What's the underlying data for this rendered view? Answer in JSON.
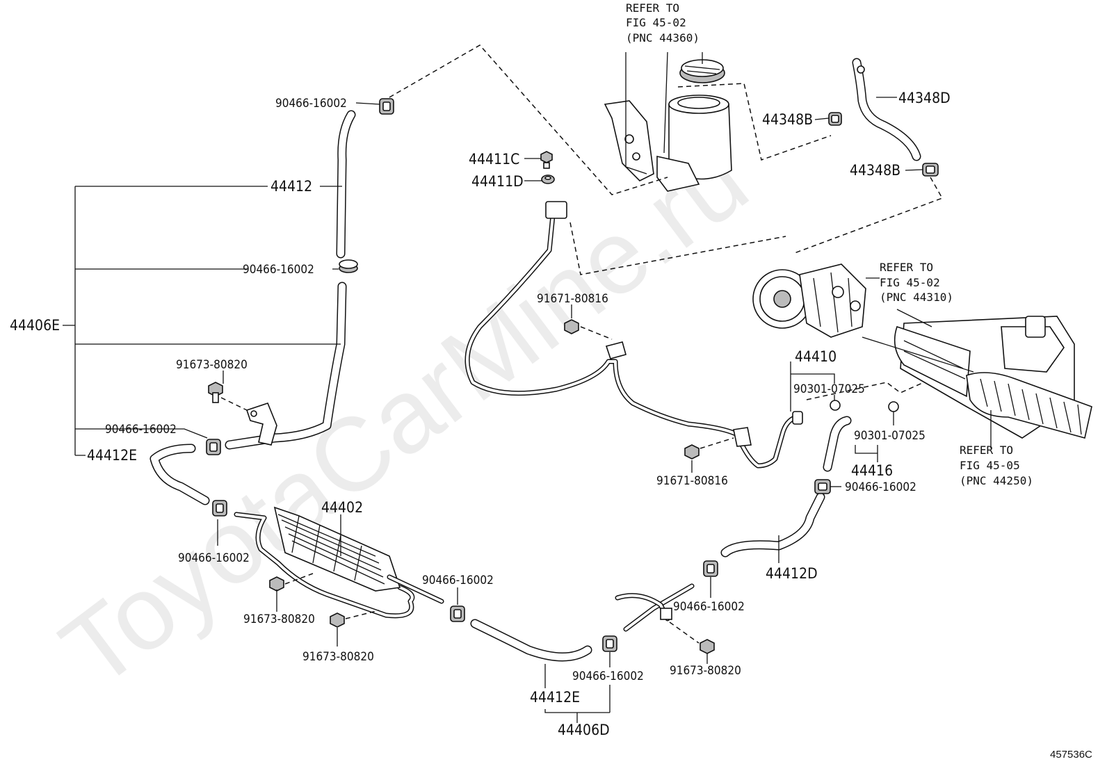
{
  "watermark": "ToyotaCarMine.ru",
  "figure_id": "457536C",
  "labels": {
    "p90466_16002_top": "90466-16002",
    "p44412": "44412",
    "p90466_16002_mid": "90466-16002",
    "p44406E": "44406E",
    "p91673_80820_a": "91673-80820",
    "p90466_16002_left": "90466-16002",
    "p44412E_left": "44412E",
    "p90466_16002_cooler": "90466-16002",
    "p44402": "44402",
    "p91673_80820_b": "91673-80820",
    "p91673_80820_c": "91673-80820",
    "p90466_16002_bottom": "90466-16002",
    "p44412E_bottom": "44412E",
    "p90466_16002_bottom2": "90466-16002",
    "p44406D": "44406D",
    "p91673_80820_d": "91673-80820",
    "p90466_16002_right_low": "90466-16002",
    "p44412D": "44412D",
    "p90466_16002_right": "90466-16002",
    "p44416": "44416",
    "p90301_07025_a": "90301-07025",
    "p90301_07025_b": "90301-07025",
    "p44410": "44410",
    "p91671_80816_a": "91671-80816",
    "p91671_80816_b": "91671-80816",
    "p44411C": "44411C",
    "p44411D": "44411D",
    "p44348B_a": "44348B",
    "p44348B_b": "44348B",
    "p44348D": "44348D"
  },
  "refs": {
    "reservoir": [
      "REFER TO",
      "FIG 45-02",
      "(PNC 44360)"
    ],
    "pump": [
      "REFER TO",
      "FIG 45-02",
      "(PNC 44310)"
    ],
    "gear": [
      "REFER TO",
      "FIG 45-05",
      "(PNC 44250)"
    ]
  }
}
